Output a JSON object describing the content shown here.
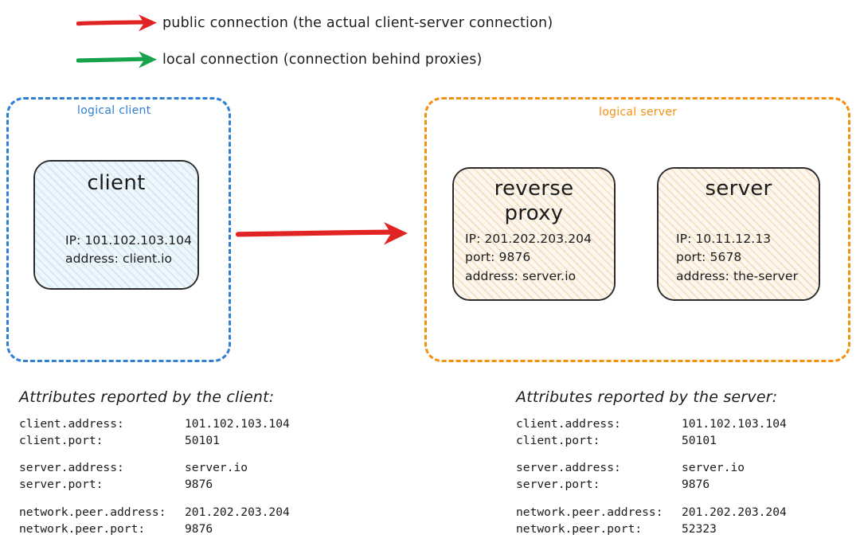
{
  "legend": {
    "items": [
      {
        "icon": "red-arrow-icon",
        "color": "#e02424",
        "label": "public connection (the actual client-server connection)"
      },
      {
        "icon": "green-arrow-icon",
        "color": "#16a34a",
        "label": "local connection (connection behind proxies)"
      }
    ]
  },
  "diagram": {
    "client_group": {
      "title": "logical client",
      "color": "#2f7fd4",
      "nodes": [
        {
          "name": "client",
          "title": "client",
          "details": [
            "IP: 101.102.103.104",
            "address: client.io"
          ]
        }
      ]
    },
    "server_group": {
      "title": "logical server",
      "color": "#f29111",
      "nodes": [
        {
          "name": "reverse-proxy",
          "title": "reverse\nproxy",
          "details": [
            "IP: 201.202.203.204",
            "port: 9876",
            "address: server.io"
          ]
        },
        {
          "name": "server",
          "title": "server",
          "details": [
            "IP: 10.11.12.13",
            "port: 5678",
            "address: the-server"
          ]
        }
      ]
    },
    "connection_arrow": {
      "name": "public-connection-arrow",
      "color": "#e02424",
      "from": "client",
      "to": "reverse proxy"
    }
  },
  "tables": {
    "client": {
      "heading": "Attributes reported by the client:",
      "groups": [
        [
          {
            "key": "client.address:",
            "value": "101.102.103.104"
          },
          {
            "key": "client.port:",
            "value": "50101"
          }
        ],
        [
          {
            "key": "server.address:",
            "value": "server.io"
          },
          {
            "key": "server.port:",
            "value": "9876"
          }
        ],
        [
          {
            "key": "network.peer.address:",
            "value": "201.202.203.204"
          },
          {
            "key": "network.peer.port:",
            "value": "9876"
          }
        ]
      ]
    },
    "server": {
      "heading": "Attributes reported by the server:",
      "groups": [
        [
          {
            "key": "client.address:",
            "value": "101.102.103.104"
          },
          {
            "key": "client.port:",
            "value": "50101"
          }
        ],
        [
          {
            "key": "server.address:",
            "value": "server.io"
          },
          {
            "key": "server.port:",
            "value": "9876"
          }
        ],
        [
          {
            "key": "network.peer.address:",
            "value": "201.202.203.204"
          },
          {
            "key": "network.peer.port:",
            "value": "52323"
          }
        ]
      ]
    }
  }
}
